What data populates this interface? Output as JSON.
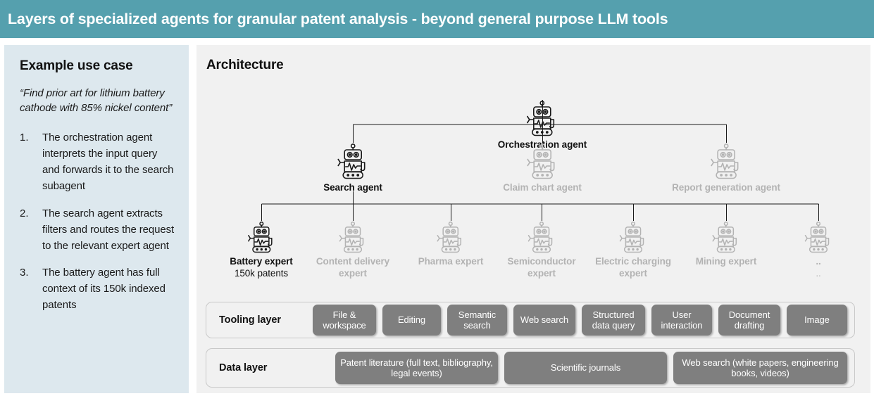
{
  "header": {
    "title": "Layers of specialized agents for granular patent analysis - beyond general purpose LLM tools",
    "background": "#55a0ae",
    "text_color": "#ffffff"
  },
  "sidebar": {
    "title": "Example use case",
    "background": "#dde8ee",
    "quote": "“Find prior art for lithium battery cathode with 85% nickel content”",
    "steps": [
      {
        "number": "1.",
        "text": "The orchestration agent interprets the input query and forwards it to the search subagent"
      },
      {
        "number": "2.",
        "text": "The search agent extracts filters and routes the request to the relevant expert agent"
      },
      {
        "number": "3.",
        "text": "The battery agent has full context of its 150k indexed patents"
      }
    ]
  },
  "architecture": {
    "title": "Architecture",
    "background": "#f1f1f1",
    "active_color": "#111111",
    "dim_color": "#b3b3b3",
    "tier1": [
      {
        "label": "Orchestration agent",
        "icon": "robot-icon",
        "state": "active"
      }
    ],
    "tier2": [
      {
        "label": "Search agent",
        "icon": "robot-icon",
        "state": "active"
      },
      {
        "label": "Claim chart agent",
        "icon": "robot-icon",
        "state": "dim"
      },
      {
        "label": "Report generation agent",
        "icon": "robot-icon",
        "state": "dim"
      }
    ],
    "tier3": [
      {
        "label": "Battery expert",
        "sub": "150k patents",
        "icon": "robot-icon",
        "state": "active"
      },
      {
        "label": "Content delivery expert",
        "sub": "",
        "icon": "robot-icon",
        "state": "dim"
      },
      {
        "label": "Pharma expert",
        "sub": "",
        "icon": "robot-icon",
        "state": "dim"
      },
      {
        "label": "Semiconductor expert",
        "sub": "",
        "icon": "robot-icon",
        "state": "dim"
      },
      {
        "label": "Electric charging expert",
        "sub": "",
        "icon": "robot-icon",
        "state": "dim"
      },
      {
        "label": "Mining expert",
        "sub": "",
        "icon": "robot-icon",
        "state": "dim"
      },
      {
        "label": "..",
        "sub": "..",
        "icon": "robot-icon",
        "state": "dim"
      }
    ],
    "tooling_layer": {
      "label": "Tooling layer",
      "chips": [
        "File & workspace",
        "Editing",
        "Semantic search",
        "Web search",
        "Structured data query",
        "User interaction",
        "Document drafting",
        "Image"
      ]
    },
    "data_layer": {
      "label": "Data layer",
      "chips": [
        "Patent literature (full text, bibliography, legal events)",
        "Scientific journals",
        "Web search (white papers, engineering books, videos)"
      ]
    },
    "chip_color": "#7f7f7f",
    "chip_text_color": "#ffffff"
  }
}
